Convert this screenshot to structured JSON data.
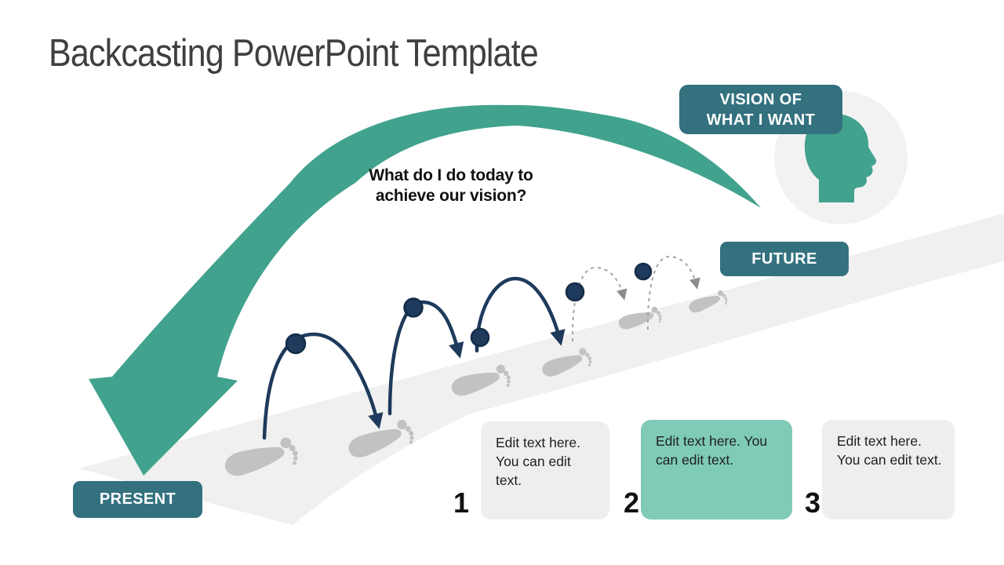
{
  "title": "Backcasting PowerPoint Template",
  "question": {
    "line1": "What do I do today to",
    "line2": "achieve our vision?"
  },
  "badges": {
    "vision": {
      "line1": "VISION OF",
      "line2": "WHAT I WANT"
    },
    "future": "FUTURE",
    "present": "PRESENT"
  },
  "steps": [
    {
      "number": "1",
      "text": "Edit text here. You can edit text.",
      "highlighted": false
    },
    {
      "number": "2",
      "text": "Edit text here. You can edit text.",
      "highlighted": true
    },
    {
      "number": "3",
      "text": "Edit text here. You can edit text.",
      "highlighted": false
    }
  ],
  "icons": {
    "head": "head-profile-icon",
    "footprint": "footprint-icon",
    "backcast_arrow": "backcast-curved-arrow-icon",
    "jump_arc": "jump-arc-icon",
    "milestone_dot": "milestone-dot-icon"
  },
  "colors": {
    "arrow_teal": "#41a28d",
    "badge_teal": "#33717f",
    "highlight_box_teal": "#7fcbb7",
    "navy": "#1e3a5c",
    "road_gray": "#f0f0f0",
    "footprint_gray": "#c2c2c2",
    "circle_gray": "#f2f2f2",
    "card_gray": "#eeeeee",
    "title_gray": "#3f3f3f"
  }
}
